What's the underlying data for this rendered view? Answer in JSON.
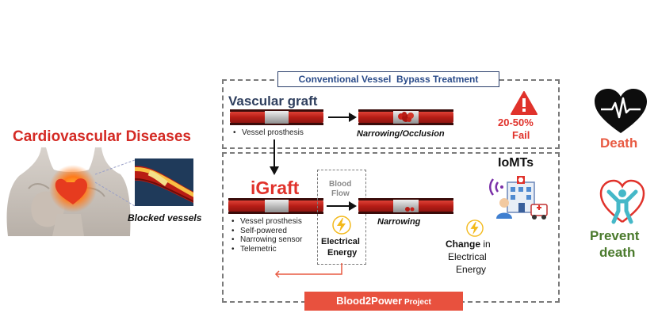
{
  "left": {
    "title": "Cardiovascular Diseases",
    "caption": "Blocked vessels"
  },
  "conventional": {
    "header": "Conventional Vessel  Bypass Treatment",
    "graft_title": "Vascular graft",
    "bullets": [
      "Vessel prosthesis"
    ],
    "result_label": "Narrowing/Occlusion",
    "fail_pct": "20-50%",
    "fail_word": "Fail"
  },
  "igraft": {
    "title": "iGraft",
    "bullets": [
      "Vessel prosthesis",
      "Self-powered",
      "Narrowing sensor",
      "Telemetric"
    ],
    "blood_flow_line1": "Blood",
    "blood_flow_line2": "Flow",
    "energy_line1": "Electrical",
    "energy_line2": "Energy",
    "result_label": "Narrowing",
    "iomt": "IoMTs",
    "change_bold": "Change",
    "change_rest_1": " in",
    "change_line2": "Electrical",
    "change_line3": "Energy",
    "project_label_main": "Blood2Power",
    "project_label_small": " Project"
  },
  "outcomes": {
    "death": "Death",
    "prevent_line1": "Prevent",
    "prevent_line2": "death"
  },
  "colors": {
    "red": "#e0322b",
    "dark_red": "#c0201f",
    "navy": "#2b3f6b",
    "orange_red": "#e85a42",
    "green": "#4a7a2c",
    "teal": "#45b8c8",
    "gray": "#7a7a7a",
    "yellow": "#f3b91a"
  }
}
